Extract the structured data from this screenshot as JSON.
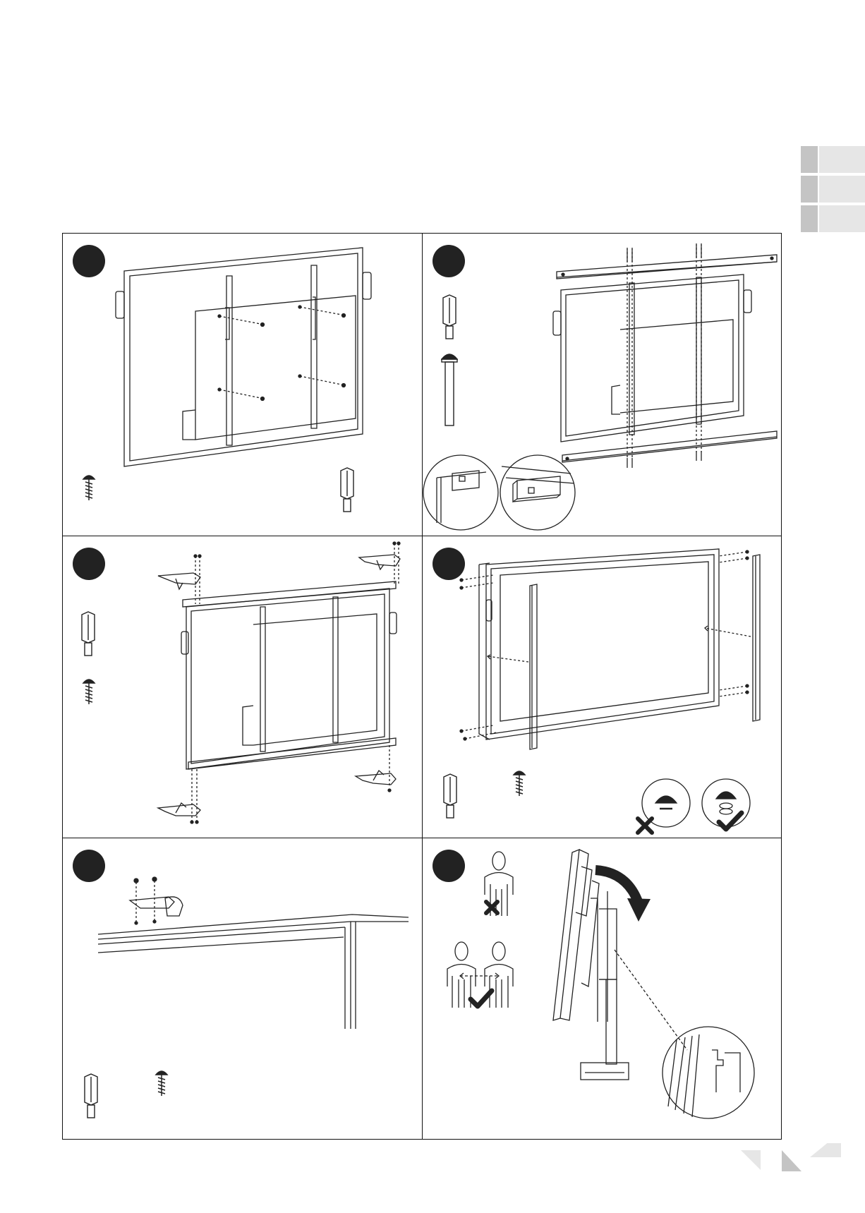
{
  "side_tabs": [
    {
      "index": 1,
      "label": ""
    },
    {
      "index": 2,
      "label": ""
    },
    {
      "index": 3,
      "label": ""
    }
  ],
  "steps": [
    {
      "number": "",
      "tools": [
        "screw-icon",
        "hex-bit-icon"
      ]
    },
    {
      "number": "",
      "tools": [
        "hex-bit-icon",
        "long-bolt-icon"
      ]
    },
    {
      "number": "",
      "tools": [
        "hex-bit-icon",
        "screw-icon"
      ]
    },
    {
      "number": "",
      "tools": [
        "hex-bit-icon",
        "screw-icon"
      ]
    },
    {
      "number": "",
      "tools": [
        "hex-bit-icon",
        "screw-icon"
      ]
    },
    {
      "number": "",
      "tools": []
    }
  ],
  "colors": {
    "line": "#222222",
    "badge": "#222222",
    "tab_light": "#e6e6e6",
    "tab_dark": "#c4c4c4"
  }
}
